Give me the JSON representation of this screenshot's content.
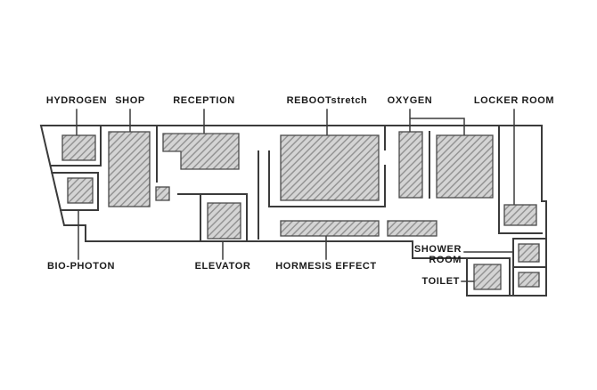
{
  "labels": {
    "hydrogen": "HYDROGEN",
    "shop": "SHOP",
    "reception": "RECEPTION",
    "reboot_stretch": "REBOOTstretch",
    "oxygen": "OXYGEN",
    "locker_room": "LOCKER ROOM",
    "bio_photon": "BIO-PHOTON",
    "elevator": "ELEVATOR",
    "hormesis_effect": "HORMESIS EFFECT",
    "shower_room_line1": "SHOWER",
    "shower_room_line2": "ROOM",
    "toilet": "TOILET"
  },
  "colors": {
    "wall": "#3b3b3b",
    "room_fill": "#d4d4d4",
    "hatch_line": "#949494",
    "label_text": "#1b1b1b",
    "background": "#ffffff"
  }
}
